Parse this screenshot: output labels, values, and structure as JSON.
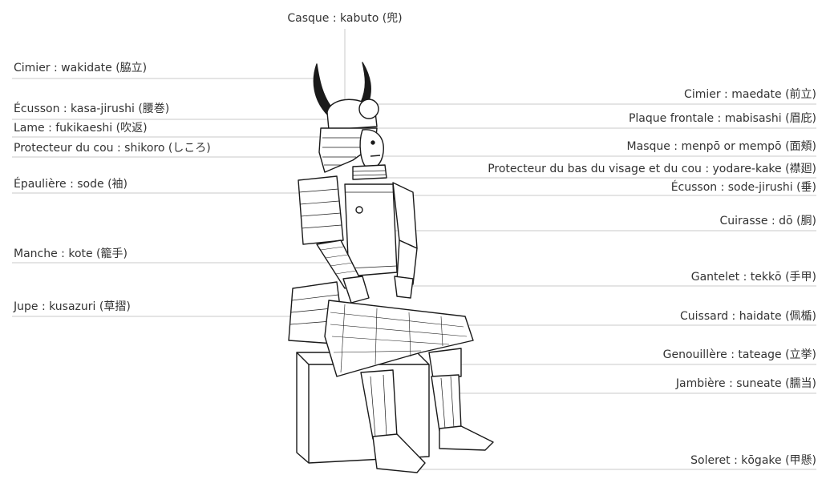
{
  "colors": {
    "line": "#c8c8c8",
    "ink": "#1a1a1a",
    "text": "#333333"
  },
  "labels": {
    "kabuto": "Casque : kabuto (兜)",
    "wakidate": "Cimier : wakidate (脇立)",
    "kasa_jirushi": "Écusson : kasa-jirushi (腰巻)",
    "fukikaeshi": "Lame : fukikaeshi (吹返)",
    "shikoro": "Protecteur du cou : shikoro (しころ)",
    "sode": "Épaulière : sode (袖)",
    "kote": "Manche : kote (籠手)",
    "kusazuri": "Jupe : kusazuri (草摺)",
    "maedate": "Cimier : maedate (前立)",
    "mabisashi": "Plaque frontale : mabisashi (眉庇)",
    "menpo": "Masque : menpō or mempō (面頬)",
    "yodare_kake": "Protecteur du bas du visage et du cou : yodare-kake (襟廻)",
    "sode_jirushi": "Écusson : sode-jirushi (垂)",
    "do": "Cuirasse : dō (胴)",
    "tekko": "Gantelet : tekkō (手甲)",
    "haidate": "Cuissard : haidate (佩楯)",
    "tateage": "Genouillère : tateage (立挙)",
    "suneate": "Jambière : suneate (臑当)",
    "kogake": "Soleret : kōgake (甲懸)"
  }
}
